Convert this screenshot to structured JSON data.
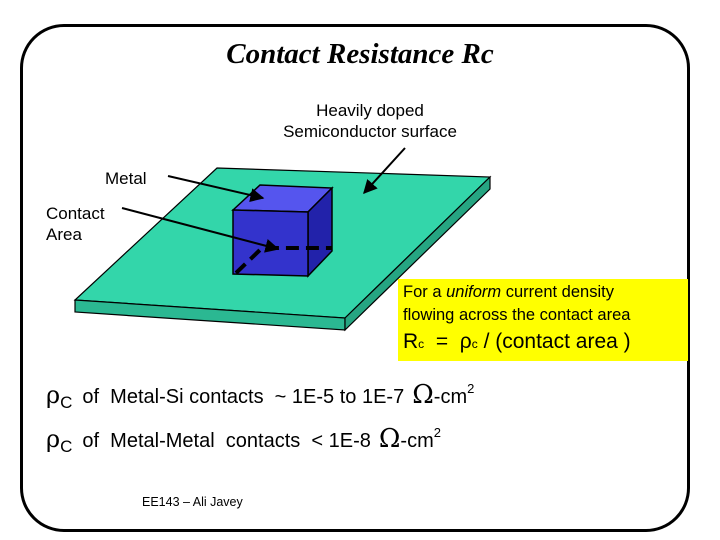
{
  "slide": {
    "title": "Contact Resistance Rc",
    "footer": "EE143 – Ali Javey"
  },
  "diagram": {
    "callout_doped_line1": "Heavily doped",
    "callout_doped_line2": "Semiconductor surface",
    "callout_metal": "Metal",
    "callout_contact_line1": "Contact",
    "callout_contact_line2": "Area",
    "colors": {
      "slab": "#33d6aa",
      "cube_front": "#3333cc",
      "cube_top": "#5555ee",
      "cube_side": "#2222aa",
      "note_bg": "#ffff00"
    }
  },
  "note": {
    "line1_pre": "For a ",
    "line1_em": "uniform",
    "line1_post": " current density",
    "line2": "flowing across the contact area",
    "eq_R": "R",
    "eq_R_sub": "c",
    "eq_mid": "  =  ",
    "eq_rho": "ρ",
    "eq_rho_sub": "c",
    "eq_post": " / (contact area )"
  },
  "values": {
    "rho_symbol": "ρ",
    "rho_sub": "C",
    "line1_text": "of  Metal-Si contacts  ~ 1E-5 to 1E-7",
    "line2_text": "of  Metal-Metal  contacts  < 1E-8",
    "omega": "Ω",
    "unit": "-cm",
    "unit_sup": "2"
  }
}
